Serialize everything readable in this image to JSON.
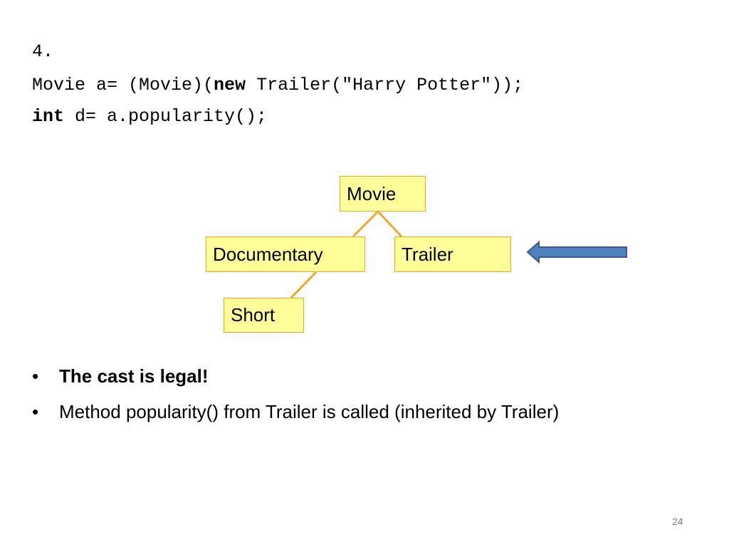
{
  "code": {
    "line1": "4.",
    "line2_pre": "Movie a= (Movie)(",
    "line2_kw": "new",
    "line2_post": " Trailer(\"Harry Potter\"));",
    "line3_kw": "int",
    "line3_post": " d= a.popularity();"
  },
  "diagram": {
    "nodes": {
      "movie": "Movie",
      "documentary": "Documentary",
      "trailer": "Trailer",
      "short": "Short"
    },
    "colors": {
      "node_fill": "#ffff99",
      "node_border": "#f5a623",
      "edge": "#f5a623",
      "arrow_fill": "#4f81bd",
      "arrow_stroke": "#385d8a"
    }
  },
  "bullets": {
    "marker": "•",
    "item1": "The cast is legal!",
    "item2": "Method popularity() from Trailer is called (inherited by Trailer)"
  },
  "page_number": "24"
}
